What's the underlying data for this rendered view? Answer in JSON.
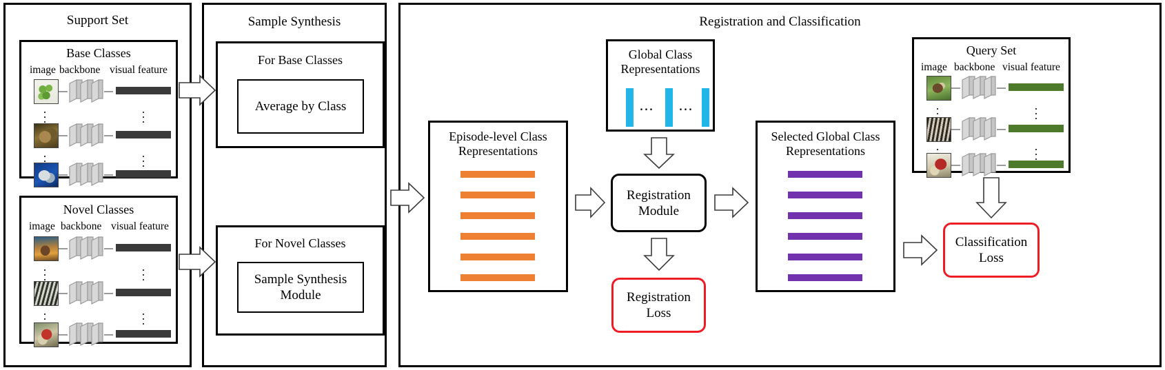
{
  "figure": {
    "type": "diagram",
    "description": "Few-shot learning pipeline: Support Set and Query Set features feed Sample Synthesis and a Registration and Classification stage."
  },
  "colors": {
    "base_feature_bar": "#3a3a3a",
    "novel_feature_bar": "#3a3a3a",
    "query_feature_bar": "#4e7a2c",
    "episode_bar": "#ed8032",
    "global_bar": "#22b5e8",
    "selected_bar": "#7232ae",
    "loss_border": "#ee1c25",
    "panel_border": "#000000"
  },
  "panels": {
    "support_set": {
      "title": "Support Set",
      "base_classes": {
        "title": "Base Classes",
        "columns": [
          "image",
          "backbone",
          "visual feature"
        ],
        "rows": [
          {
            "image": "leaf-thumbnail",
            "backbone": "cnn-backbone-icon",
            "feature": "visual-feature-bar"
          },
          {
            "image": "frog-thumbnail",
            "backbone": "cnn-backbone-icon",
            "feature": "visual-feature-bar"
          },
          {
            "image": "shark-thumbnail",
            "backbone": "cnn-backbone-icon",
            "feature": "visual-feature-bar"
          }
        ],
        "ellipsis": "⋮"
      },
      "novel_classes": {
        "title": "Novel Classes",
        "columns": [
          "image",
          "backbone",
          "visual feature"
        ],
        "rows": [
          {
            "image": "dingo-thumbnail",
            "backbone": "cnn-backbone-icon",
            "feature": "visual-feature-bar"
          },
          {
            "image": "zebra-thumbnail",
            "backbone": "cnn-backbone-icon",
            "feature": "visual-feature-bar"
          },
          {
            "image": "bird-thumbnail",
            "backbone": "cnn-backbone-icon",
            "feature": "visual-feature-bar"
          }
        ],
        "ellipsis": "⋮"
      }
    },
    "sample_synthesis": {
      "title": "Sample Synthesis",
      "for_base_classes": {
        "title": "For Base Classes",
        "module": "Average by Class"
      },
      "for_novel_classes": {
        "title": "For Novel Classes",
        "module": "Sample Synthesis Module"
      }
    },
    "registration_and_classification": {
      "title": "Registration and Classification",
      "episode_level": {
        "title": "Episode-level Class Representations",
        "bar_count": 6
      },
      "global": {
        "title": "Global Class Representations",
        "bar_count": 3,
        "ellipsis": "⋯"
      },
      "registration_module": {
        "label": "Registration Module"
      },
      "registration_loss": {
        "label": "Registration Loss"
      },
      "selected_global": {
        "title": "Selected Global Class Representations",
        "bar_count": 6
      },
      "query_set": {
        "title": "Query Set",
        "columns": [
          "image",
          "backbone",
          "visual feature"
        ],
        "rows": [
          {
            "image": "dog-thumbnail",
            "backbone": "cnn-backbone-icon",
            "feature": "visual-feature-bar"
          },
          {
            "image": "zebra-thumbnail",
            "backbone": "cnn-backbone-icon",
            "feature": "visual-feature-bar"
          },
          {
            "image": "bird-thumbnail",
            "backbone": "cnn-backbone-icon",
            "feature": "visual-feature-bar"
          }
        ],
        "ellipsis": "⋮"
      },
      "classification_loss": {
        "label": "Classification Loss"
      }
    }
  },
  "arrows": [
    {
      "name": "support-base-to-synthesis",
      "direction": "right"
    },
    {
      "name": "support-novel-to-synthesis",
      "direction": "right"
    },
    {
      "name": "synthesis-to-episode",
      "direction": "right"
    },
    {
      "name": "episode-to-registration",
      "direction": "right"
    },
    {
      "name": "global-to-registration",
      "direction": "down"
    },
    {
      "name": "registration-to-registration-loss",
      "direction": "down"
    },
    {
      "name": "registration-to-selected",
      "direction": "right"
    },
    {
      "name": "query-to-classification-loss",
      "direction": "down"
    },
    {
      "name": "selected-to-classification-loss",
      "direction": "right"
    }
  ]
}
